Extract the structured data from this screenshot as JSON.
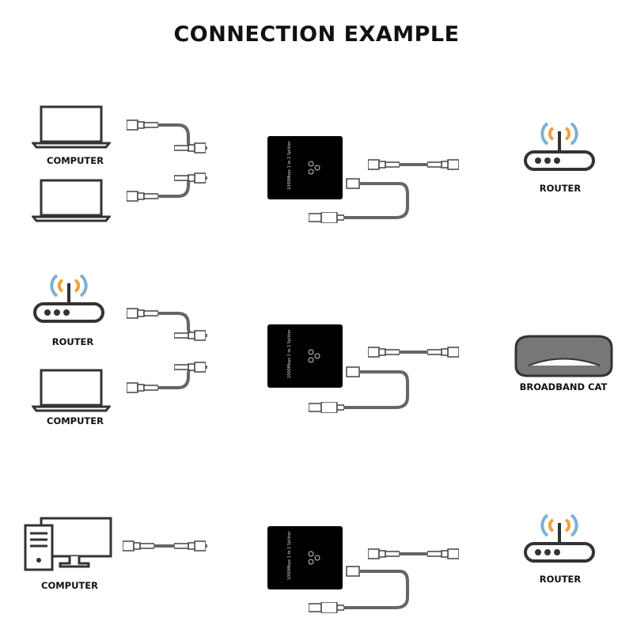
{
  "title": "CONNECTION EXAMPLE",
  "device_text": "1000Mbps 1 to 2 Splitter",
  "sections": [
    {
      "left_labels": [
        "COMPUTER"
      ],
      "right_label": "ROUTER"
    },
    {
      "left_labels": [
        "ROUTER",
        "COMPUTER"
      ],
      "right_label": "BROADBAND CAT"
    },
    {
      "left_labels": [
        "COMPUTER"
      ],
      "right_label": "ROUTER"
    }
  ],
  "colors": {
    "wifi_inner": "#f0a040",
    "wifi_outer": "#7fb0d0",
    "device": "#000000",
    "icon": "#333333"
  }
}
